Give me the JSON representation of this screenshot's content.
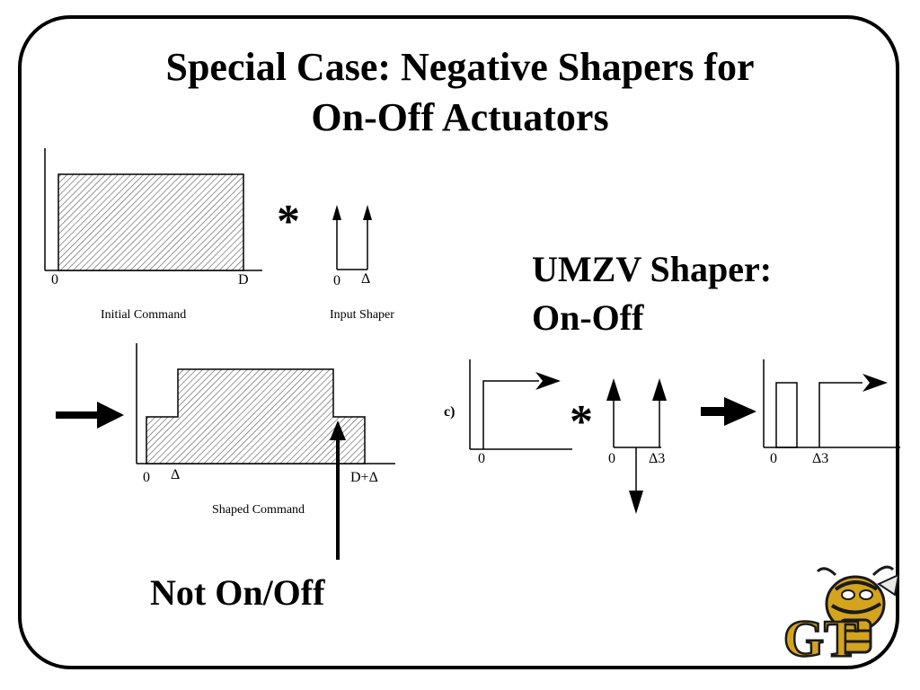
{
  "slide": {
    "title_line1": "Special Case: Negative Shapers for",
    "title_line2": "On-Off Actuators"
  },
  "top_diagram": {
    "initial_caption": "Initial Command",
    "shaper_caption": "Input Shaper",
    "tick_zero": "0",
    "tick_d": "D",
    "shaper_tick_zero": "0",
    "shaper_tick_delta": "Δ",
    "convolve_symbol": "*"
  },
  "shaped_diagram": {
    "caption": "Shaped Command",
    "tick_zero": "0",
    "tick_delta": "Δ",
    "tick_d_plus_delta": "D+Δ",
    "callout": "Not On/Off"
  },
  "umzv": {
    "heading_line1": "UMZV Shaper:",
    "heading_line2": "On-Off",
    "panel_label": "c)",
    "tick_zero_step": "0",
    "tick_zero_shaper": "0",
    "tick_delta3_shaper": "Δ3",
    "tick_zero_result": "0",
    "tick_delta3_result": "Δ3",
    "convolve_symbol": "*"
  },
  "logo": {
    "text": "GT",
    "icon": "yellow-jacket-mascot-icon",
    "colors": {
      "gold": "#d4a41c",
      "dark": "#1a1a1a"
    }
  }
}
